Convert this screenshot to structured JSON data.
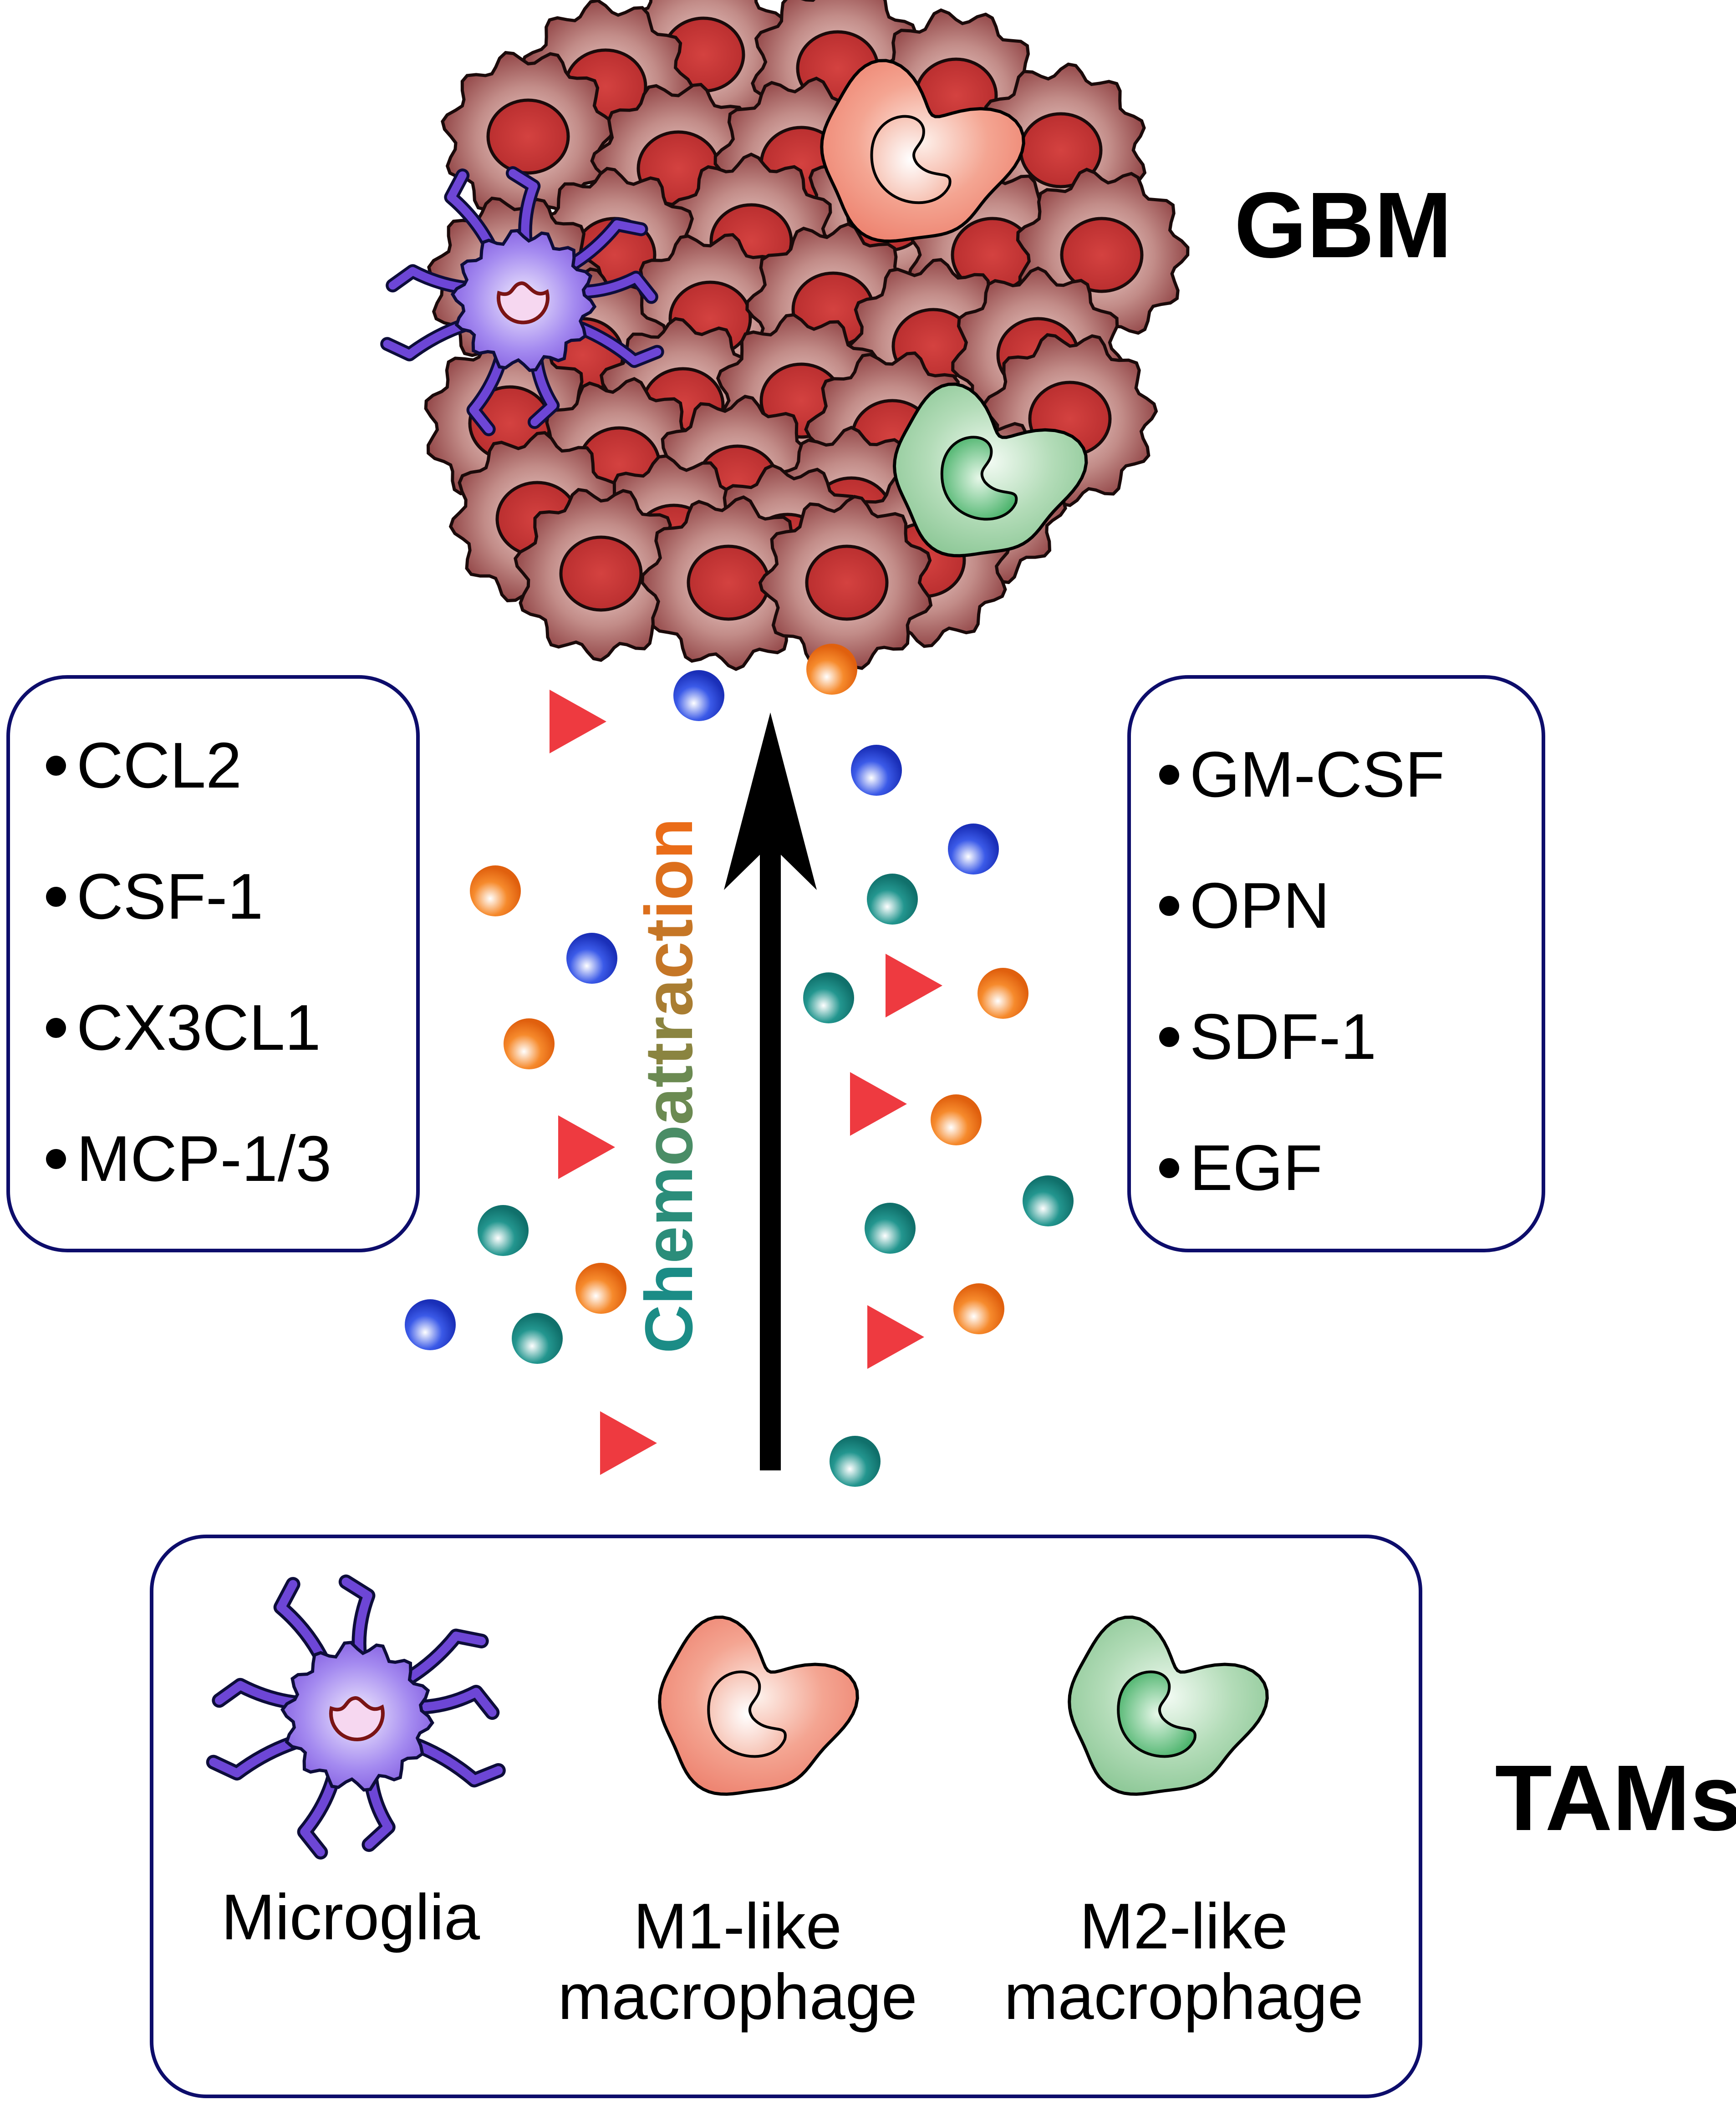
{
  "diagram": {
    "title_top": "GBM",
    "title_bottom": "TAMs",
    "arrow_label": "Chemoattraction",
    "arrow_direction": "up",
    "left_box_items": [
      "CCL2",
      "CSF-1",
      "CX3CL1",
      "MCP-1/3"
    ],
    "right_box_items": [
      "GM-CSF",
      "OPN",
      "SDF-1",
      "EGF"
    ],
    "tam_cells": [
      {
        "label_lines": [
          "Microglia"
        ],
        "color": "#8a63e0",
        "icon": "microglia-icon"
      },
      {
        "label_lines": [
          "M1-like",
          "macrophage"
        ],
        "color": "#ee8a78",
        "icon": "m1-macrophage-icon"
      },
      {
        "label_lines": [
          "M2-like",
          "macrophage"
        ],
        "color": "#92cc9c",
        "icon": "m2-macrophage-icon"
      }
    ],
    "tumor_cell_color": "#8e3a3c",
    "tumor_nucleus_color": "#c83a38",
    "chemokine_colors": {
      "blue": "#1f3ed6",
      "orange": "#f07a1e",
      "teal": "#1b8c86",
      "red_triangle": "#ee3a40"
    },
    "box_border_color": "#0d0d6b"
  }
}
